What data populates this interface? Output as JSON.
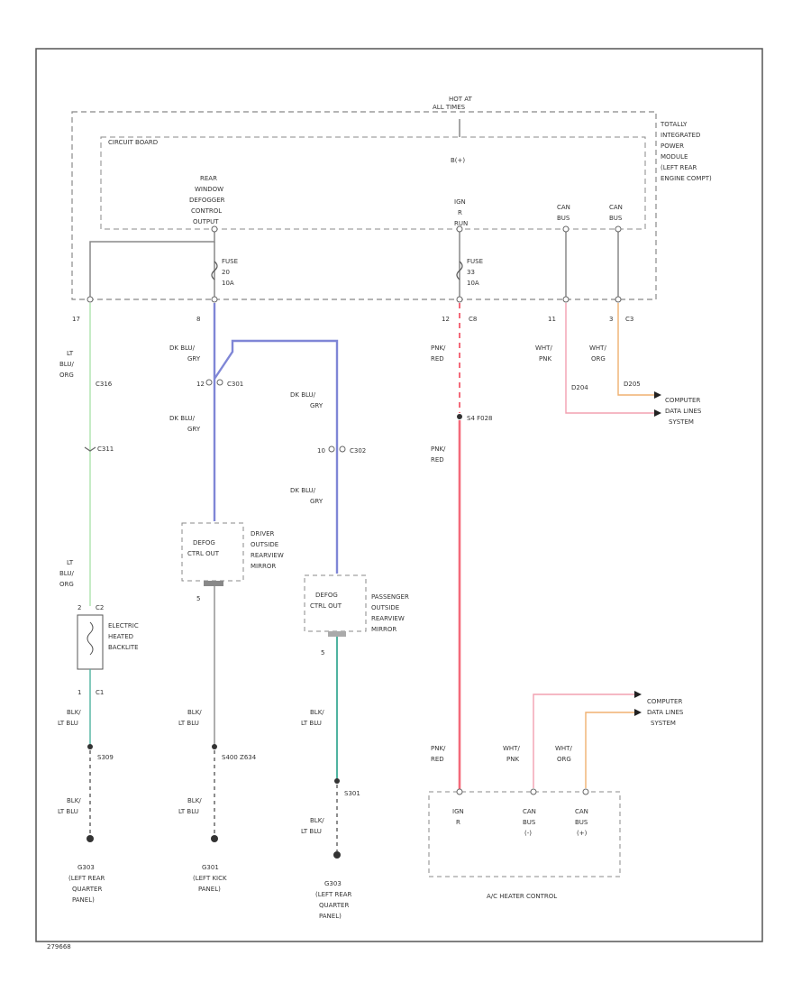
{
  "header": {
    "hot_at": "HOT AT",
    "all_times": "ALL TIMES",
    "circuit_board": "CIRCUIT BOARD",
    "b_plus": "B(+)",
    "module_lines": [
      "TOTALLY",
      "INTEGRATED",
      "POWER",
      "MODULE",
      "(LEFT REAR",
      "ENGINE COMPT)"
    ]
  },
  "tipm": {
    "rear_defogger_lines": [
      "REAR",
      "WINDOW",
      "DEFOGGER",
      "CONTROL",
      "OUTPUT"
    ],
    "ign_run_lines": [
      "IGN",
      "R",
      "RUN"
    ],
    "canbus1_lines": [
      "CAN",
      "BUS"
    ],
    "canbus2_lines": [
      "CAN",
      "BUS"
    ],
    "fuse1_lines": [
      "FUSE",
      "20",
      "10A"
    ],
    "fuse2_lines": [
      "FUSE",
      "33",
      "10A"
    ]
  },
  "pins": {
    "p17": "17",
    "p8": "8",
    "p12": "12",
    "c8": "C8",
    "p11": "11",
    "p3": "3",
    "c3": "C3"
  },
  "wires": {
    "lt_blu_org_top": [
      "LT",
      "BLU/",
      "ORG"
    ],
    "c316": "C316",
    "c311": "C311",
    "lt_blu_org_bot": [
      "LT",
      "BLU/",
      "ORG"
    ],
    "dk_blu_gry_1": [
      "DK BLU/",
      "GRY"
    ],
    "c301": "C301",
    "p12_c301": "12",
    "dk_blu_gry_2": [
      "DK BLU/",
      "GRY"
    ],
    "dk_blu_gry_3": [
      "DK BLU/",
      "GRY"
    ],
    "c302": "C302",
    "p10_c302": "10",
    "dk_blu_gry_4": [
      "DK BLU/",
      "GRY"
    ],
    "pnk_red_1": [
      "PNK/",
      "RED"
    ],
    "splice_s4": "S4 F028",
    "pnk_red_2": [
      "PNK/",
      "RED"
    ],
    "wht_pnk_1": [
      "WHT/",
      "PNK"
    ],
    "wht_org_1": [
      "WHT/",
      "ORG"
    ],
    "d204": "D204",
    "d205": "D205",
    "comp_data_1": [
      "COMPUTER",
      "DATA LINES",
      "SYSTEM"
    ],
    "blk_lt_blu_1": [
      "BLK/",
      "LT BLU"
    ],
    "blk_lt_blu_2": [
      "BLK/",
      "LT BLU"
    ],
    "blk_lt_blu_3": [
      "BLK/",
      "LT BLU"
    ],
    "blk_lt_blu_4": [
      "BLK/",
      "LT BLU"
    ],
    "blk_lt_blu_5": [
      "BLK/",
      "LT BLU"
    ],
    "blk_lt_blu_6": [
      "BLK/",
      "LT BLU"
    ],
    "s309": "S309",
    "s400": "S400 Z634",
    "s301": "S301",
    "pnk_red_3": [
      "PNK/",
      "RED"
    ],
    "wht_pnk_2": [
      "WHT/",
      "PNK"
    ],
    "wht_org_2": [
      "WHT/",
      "ORG"
    ],
    "comp_data_2": [
      "COMPUTER",
      "DATA LINES",
      "SYSTEM"
    ]
  },
  "components": {
    "backlite_lines": [
      "ELECTRIC",
      "HEATED",
      "BACKLITE"
    ],
    "c2": "C2",
    "c1": "C1",
    "p2": "2",
    "p1": "1",
    "driver_mirror_lines": [
      "DRIVER",
      "OUTSIDE",
      "REARVIEW",
      "MIRROR"
    ],
    "driver_box_lines": [
      "DEFOG",
      "CTRL OUT"
    ],
    "pass_mirror_lines": [
      "PASSENGER",
      "OUTSIDE",
      "REARVIEW",
      "MIRROR"
    ],
    "pass_box_lines": [
      "DEFOG",
      "CTRL OUT"
    ],
    "gnd_pin_driver": "5",
    "gnd_pin_pass": "5",
    "ac_heater_control": "A/C HEATER CONTROL",
    "ac_ign_lines": [
      "IGN",
      "R"
    ],
    "ac_canbus_lo": [
      "CAN",
      "BUS",
      "(-)"
    ],
    "ac_canbus_hi": [
      "CAN",
      "BUS",
      "(+)"
    ]
  },
  "grounds": {
    "g1_lines": [
      "G303",
      "(LEFT REAR",
      "QUARTER",
      "PANEL)"
    ],
    "g2_lines": [
      "G301",
      "(LEFT KICK",
      "PANEL)"
    ],
    "g3_lines": [
      "G303",
      "(LEFT REAR",
      "QUARTER",
      "PANEL)"
    ]
  },
  "footer": {
    "code": "279668"
  },
  "colors": {
    "dk_blu_wire": "#7f86d6",
    "lt_grn_wire": "#b7e8b7",
    "teal_wire": "#4fb3a0",
    "pnk_red_wire": "#f36a7a",
    "pnk_wire": "#f2a0b0",
    "org_wire": "#f0b070",
    "gray_wire": "#888888"
  }
}
